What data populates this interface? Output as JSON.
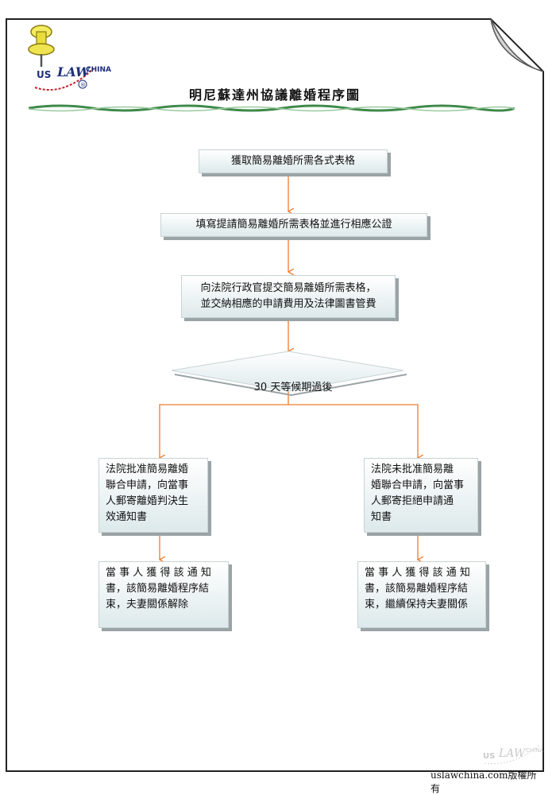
{
  "header": {
    "title": "明尼蘇達州協議離婚程序圖",
    "logo_text": "US LAWCHINA",
    "logo_registered": "®"
  },
  "flow": {
    "step1": "獲取簡易離婚所需各式表格",
    "step2": "填寫提請簡易離婚所需表格並進行相應公證",
    "step3": "向法院行政官提交簡易離婚所需表格，\n並交納相應的申請費用及法律圖書管費",
    "decision": "30 天等候期過後",
    "left_branch": "法院批准簡易離婚\n聯合申請，向當事\n人郵寄離婚判決生\n效通知書",
    "left_result": "當 事 人 獲 得 該 通 知\n書，該簡易離婚程序結\n束，夫妻關係解除",
    "right_branch": "法院未批准簡易離\n婚聯合申請，向當事\n人郵寄拒絕申請通\n知書",
    "right_result": "當 事 人 獲 得 該 通 知\n書，該簡易離婚程序結\n束，繼續保持夫妻關係"
  },
  "footer": {
    "copyright": "uslawchina.com版權所有"
  },
  "colors": {
    "arrow": "#f07a2a",
    "box_shadow": "#9aa3a5",
    "box_top": "#ffffff",
    "box_bottom": "#dde9eb",
    "logo_red": "#c8202a",
    "logo_blue": "#1c2f7a",
    "divider_green": "#3f8a4a"
  }
}
